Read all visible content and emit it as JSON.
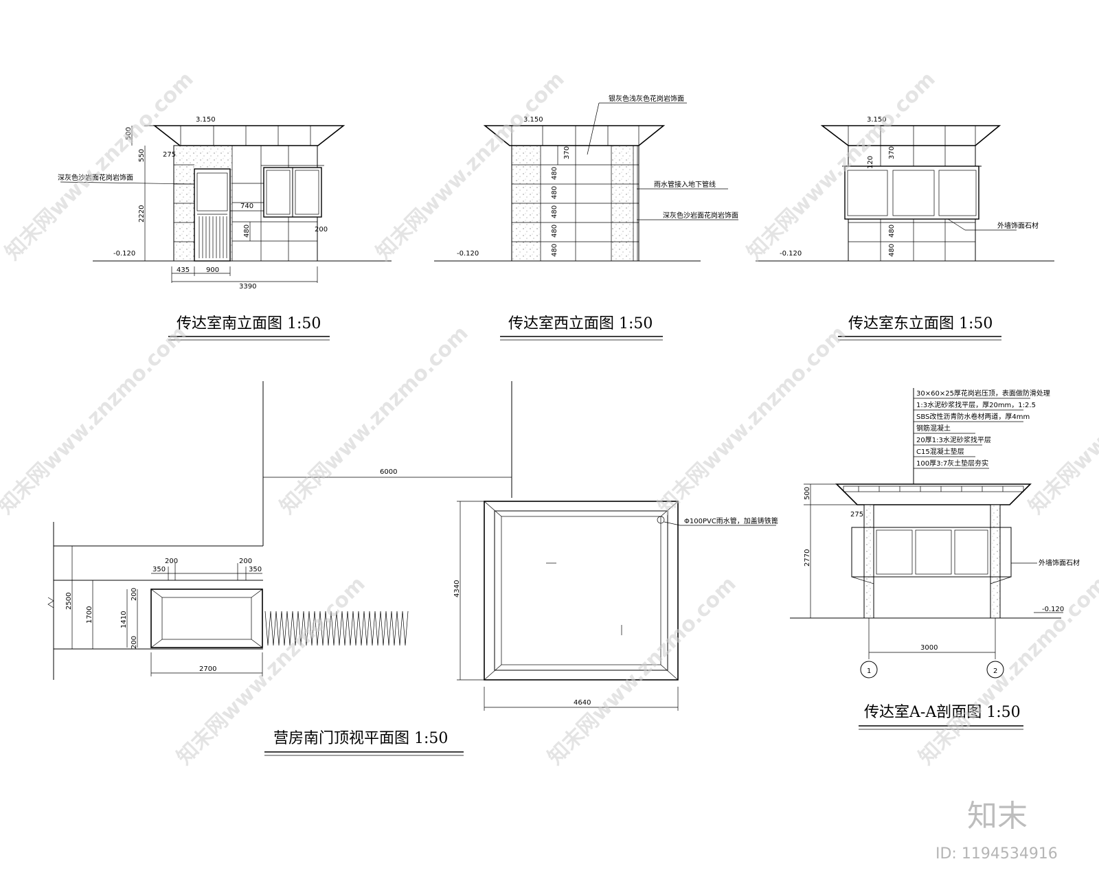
{
  "titles": {
    "south": "传达室南立面图   1:50",
    "west": "传达室西立面图   1:50",
    "east": "传达室东立面图   1:50",
    "plan": "营房南门顶视平面图   1:50",
    "section": "传达室A-A剖面图   1:50"
  },
  "south": {
    "level_top": "3.150",
    "level_bottom": "-0.120",
    "dim_500": "500",
    "dim_550": "550",
    "dim_275": "275",
    "dim_2220": "2220",
    "dim_740": "740",
    "dim_480": "480",
    "dim_200": "200",
    "dim_435": "435",
    "dim_900": "900",
    "dim_3390": "3390",
    "note_wall": "深灰色沙岩面花岗岩饰面"
  },
  "west": {
    "level_top": "3.150",
    "level_bottom": "-0.120",
    "dim_370": "370",
    "dim_480a": "480",
    "dim_480b": "480",
    "dim_480c": "480",
    "dim_480d": "480",
    "dim_480e": "480",
    "note_top": "银灰色浅灰色花岗岩饰面",
    "note_pipe": "雨水管接入地下管线",
    "note_wall": "深灰色沙岩面花岗岩饰面"
  },
  "east": {
    "level_top": "3.150",
    "level_bottom": "-0.120",
    "dim_370": "370",
    "dim_120": "120",
    "dim_480a": "480",
    "dim_480b": "480",
    "note_wall": "外墙饰面石材"
  },
  "plan": {
    "dim_6000": "6000",
    "dim_200a": "200",
    "dim_200b": "200",
    "dim_350a": "350",
    "dim_350b": "350",
    "dim_2500": "2500",
    "dim_1700": "1700",
    "dim_1410": "1410",
    "dim_200c": "200",
    "dim_200d": "200",
    "dim_2700": "2700",
    "dim_4340": "4340",
    "dim_4640": "4640",
    "note_drain": "Φ100PVC雨水管，加盖铸铁篦"
  },
  "section": {
    "notes": [
      "30×60×25厚花岗岩压顶，表面做防滑处理",
      "1:3水泥砂浆找平层，厚20mm，1:2.5",
      "SBS改性沥青防水卷材两道，厚4mm",
      "钢筋混凝土",
      "20厚1:3水泥砂浆找平层",
      "C15混凝土垫层",
      "100厚3:7灰土垫层夯实"
    ],
    "dim_500": "500",
    "dim_275": "275",
    "dim_2770": "2770",
    "dim_3000": "3000",
    "level_bottom": "-0.120",
    "note_wall": "外墙饰面石材",
    "axis_1": "1",
    "axis_2": "2"
  },
  "watermark": "知末网www.znzmo.com",
  "brand": "知末",
  "id_label": "ID: 1194534916"
}
